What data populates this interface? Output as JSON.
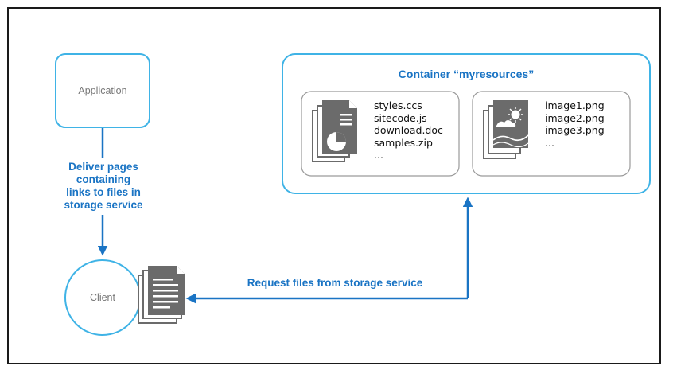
{
  "nodes": {
    "application": "Application",
    "client": "Client",
    "container_title": "Container “myresources”"
  },
  "edges": {
    "deliver": [
      "Deliver pages",
      "containing",
      "links to files in",
      "storage service"
    ],
    "request": "Request files from storage service"
  },
  "groups": {
    "documents": {
      "files": [
        "styles.ccs",
        "sitecode.js",
        "download.doc",
        "samples.zip",
        "..."
      ]
    },
    "images": {
      "files": [
        "image1.png",
        "image2.png",
        "image3.png",
        "..."
      ]
    }
  },
  "icons": {
    "documents": "document-chart-icon",
    "images": "image-landscape-icon",
    "client_files": "document-text-icon"
  },
  "colors": {
    "accent": "#1a74c4",
    "border": "#3fb3e6",
    "group_border": "#9a9a9a",
    "icon": "#6b6b6b"
  }
}
